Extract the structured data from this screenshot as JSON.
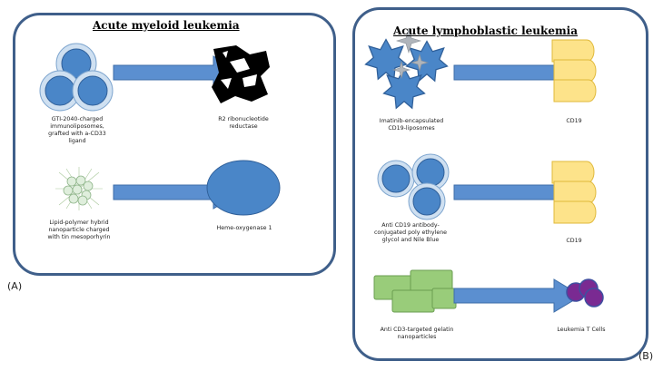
{
  "panel_a": {
    "title": "Acute myeloid leukemia",
    "label": "(A)",
    "rows": [
      {
        "carrier": "GTI-2040-charged immunoliposomes, grafted with a-CD33 ligand",
        "target": "R2 ribonucleotide reductase"
      },
      {
        "carrier": "Lipid-polymer hybrid nanoparticle charged with tin mesoporhyrin",
        "target": "Heme-oxygenase 1"
      }
    ]
  },
  "panel_b": {
    "title": "Acute lymphoblastic leukemia",
    "label": "(B)",
    "rows": [
      {
        "carrier": "Imatinib-encapsulated CD19-liposomes",
        "target": "CD19"
      },
      {
        "carrier": "Anti CD19 antibody-conjugated poly ethylene glycol and Nile Blue",
        "target": "CD19"
      },
      {
        "carrier": "Anti CD3-targeted gelatin nanoparticles",
        "target": "Leukemia T Cells"
      }
    ]
  },
  "colors": {
    "panel_border": "#3f5f8a",
    "arrow": "#5b8fd0",
    "nanoparticle": "#4a86c8",
    "liposome_ring": "#cfe0f1",
    "cd19": "#fde38a",
    "gelatin": "#99cc7a",
    "tcell": "#7a2a92",
    "starburst": "#b0b5bb"
  }
}
